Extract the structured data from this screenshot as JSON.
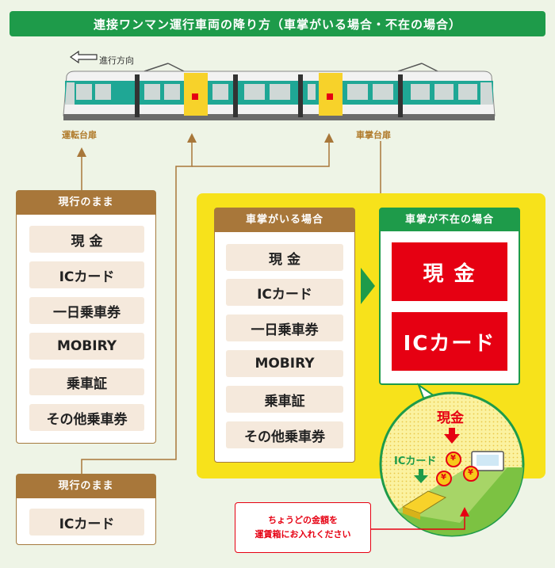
{
  "title": "連接ワンマン運行車両の降り方（車掌がいる場合・不在の場合）",
  "direction_label": "進行方向",
  "doors": {
    "driver": "運転台扉",
    "conductor": "車掌台扉"
  },
  "left_top_box": {
    "header": "現行のまま",
    "items": [
      "現 金",
      "ICカード",
      "一日乗車券",
      "MOBIRY",
      "乗車証",
      "その他乗車券"
    ]
  },
  "left_bottom_box": {
    "header": "現行のまま",
    "items": [
      "ICカード"
    ]
  },
  "conductor_present": {
    "header": "車掌がいる場合",
    "items": [
      "現 金",
      "ICカード",
      "一日乗車券",
      "MOBIRY",
      "乗車証",
      "その他乗車券"
    ]
  },
  "conductor_absent": {
    "header": "車掌が不在の場合",
    "items": [
      "現 金",
      "ICカード"
    ]
  },
  "illustration": {
    "cash_label": "現金",
    "ic_label": "ICカード",
    "yen_symbol": "¥"
  },
  "note": {
    "line1": "ちょうどの金額を",
    "line2": "運賃箱にお入れください"
  },
  "colors": {
    "green": "#1e9b4a",
    "brown": "#a8773a",
    "yellow": "#f7e21b",
    "red": "#e60012"
  }
}
